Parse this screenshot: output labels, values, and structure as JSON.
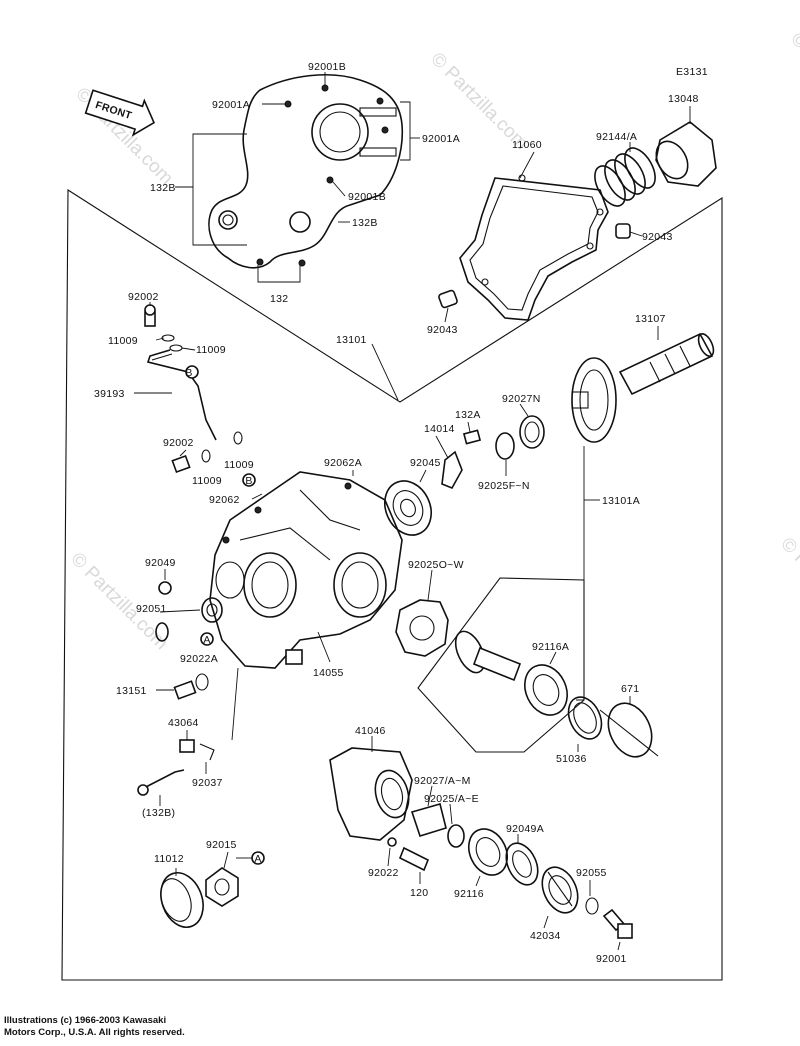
{
  "diagram": {
    "code": "E3131",
    "front_label": "FRONT",
    "copyright_line1": "Illustrations (c) 1966-2003 Kawasaki",
    "copyright_line2": "Motors Corp., U.S.A.  All rights reserved.",
    "watermark": "© Partzilla.com",
    "labels": {
      "l92001B_top": "92001B",
      "l92001A_left": "92001A",
      "l92001A_right": "92001A",
      "l132B_left": "132B",
      "l92001B_mid": "92001B",
      "l132B_right": "132B",
      "l132": "132",
      "l13048": "13048",
      "l92144A": "92144/A",
      "l11060": "11060",
      "l92043_right": "92043",
      "l92043_left": "92043",
      "l92002_top": "92002",
      "l11009_a": "11009",
      "l11009_b": "11009",
      "l13101": "13101",
      "l39193": "39193",
      "l13107": "13107",
      "l92027N": "92027N",
      "l132A": "132A",
      "l14014": "14014",
      "l92025FN": "92025F~N",
      "l13101A": "13101A",
      "l92002_mid": "92002",
      "l11009_c": "11009",
      "l11009_d": "11009",
      "l92062A": "92062A",
      "l92045": "92045",
      "l92062": "92062",
      "l92049": "92049",
      "l92025OW": "92025O~W",
      "l92051": "92051",
      "l92022A": "92022A",
      "l14055": "14055",
      "l92116A": "92116A",
      "l13151": "13151",
      "l671": "671",
      "l43064": "43064",
      "l51036": "51036",
      "l92037": "92037",
      "l41046": "41046",
      "l132B_bottom": "(132B)",
      "l92027AM": "92027/A~M",
      "l92025AE": "92025/A~E",
      "l92049A": "92049A",
      "l92015": "92015",
      "l11012": "11012",
      "l92022": "92022",
      "l120": "120",
      "l92116": "92116",
      "l92055": "92055",
      "l42034": "42034",
      "l92001": "92001"
    },
    "markers": {
      "B1": "B",
      "B2": "B",
      "A1": "A",
      "A2": "A"
    }
  }
}
